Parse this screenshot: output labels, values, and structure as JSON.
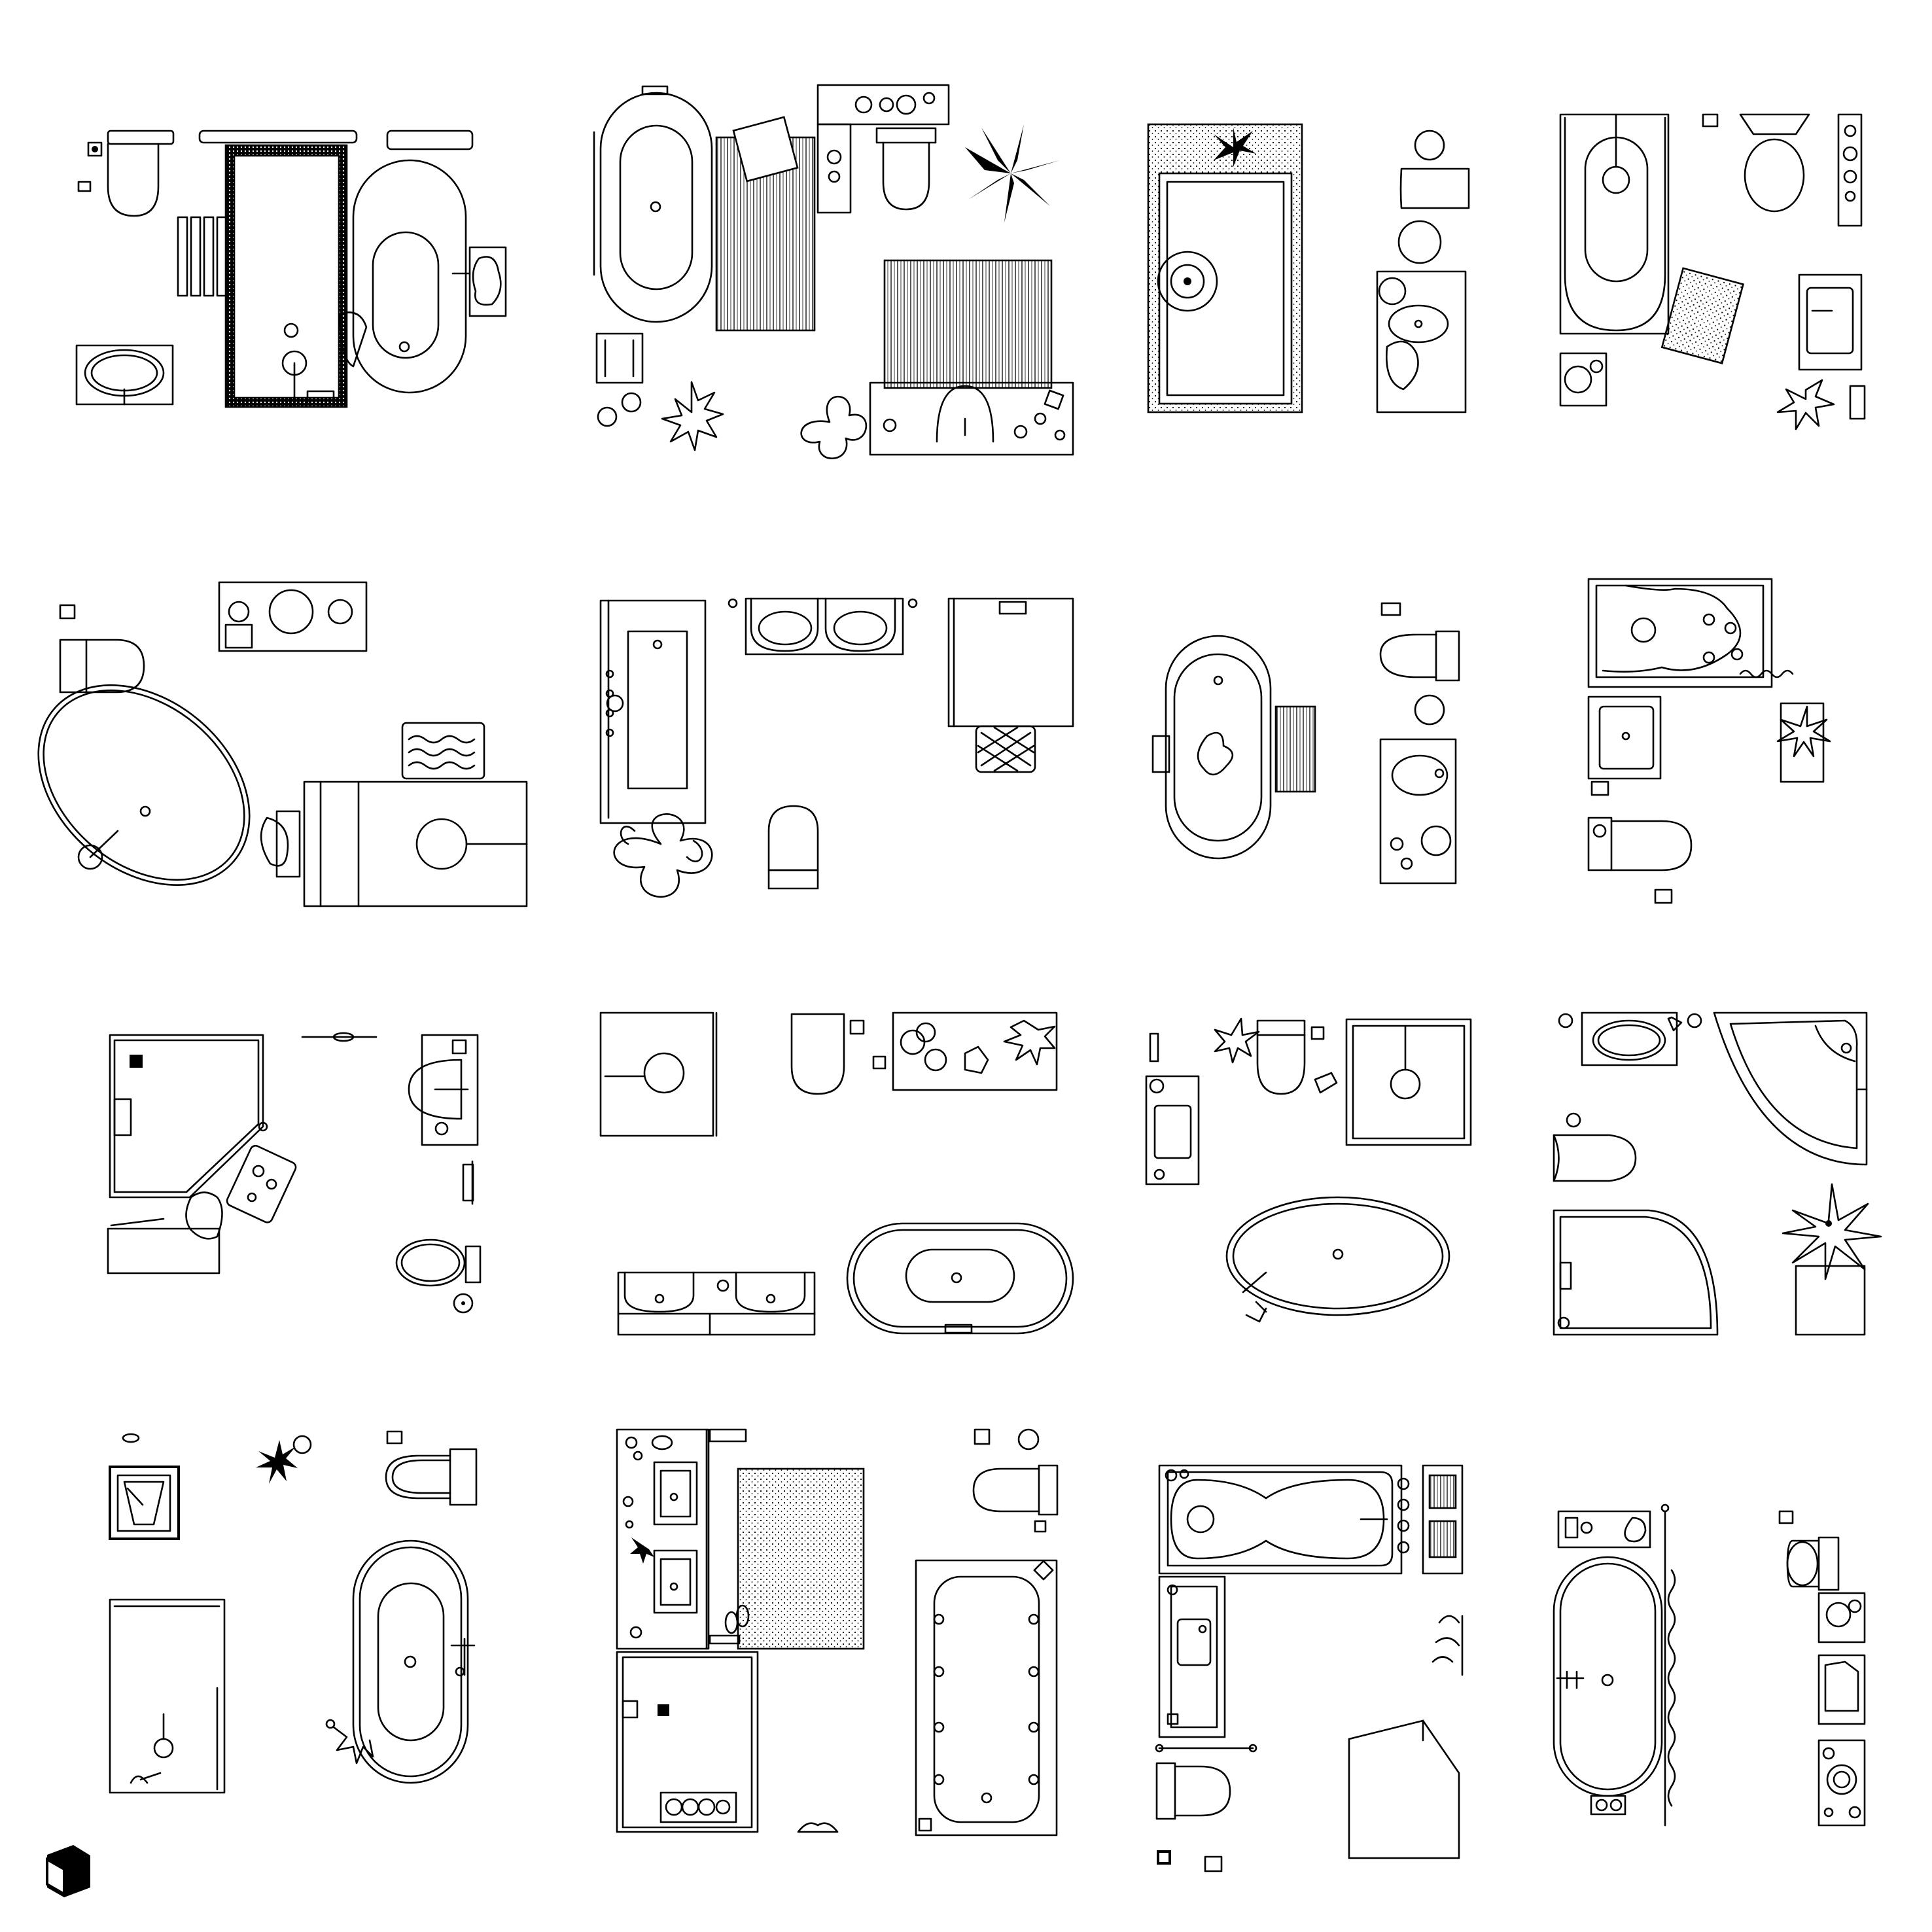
{
  "sheet": {
    "title": "",
    "background": "#ffffff",
    "line_color": "#000000"
  },
  "logo": {
    "icon": "cube-logo-icon"
  },
  "layouts": [
    {
      "row": 1,
      "col": 1,
      "items": [
        "toilet",
        "toilet-paper-holder",
        "towel-radiator",
        "walk-in-shower",
        "freestanding-bathtub",
        "soap-dish",
        "vanity-sink"
      ]
    },
    {
      "row": 1,
      "col": 2,
      "items": [
        "oval-bathtub",
        "bath-mat",
        "toilet",
        "counter",
        "palm-plant",
        "striped-rug",
        "vanity-sink",
        "plants",
        "stool"
      ]
    },
    {
      "row": 1,
      "col": 3,
      "items": [
        "shower-tray",
        "plant",
        "toilet",
        "round-sink",
        "accessories"
      ]
    },
    {
      "row": 1,
      "col": 4,
      "items": [
        "bathtub",
        "toilet",
        "rug",
        "vanity-sink",
        "shelf",
        "plant"
      ]
    },
    {
      "row": 2,
      "col": 1,
      "items": [
        "toilet-paper-holder",
        "toilet",
        "vanity-sink",
        "oval-bathtub",
        "bath-mat",
        "shower"
      ]
    },
    {
      "row": 2,
      "col": 2,
      "items": [
        "whirlpool-bathtub",
        "double-sink",
        "shower",
        "rug",
        "toilet",
        "plant"
      ]
    },
    {
      "row": 2,
      "col": 3,
      "items": [
        "oval-bathtub",
        "bath-mat",
        "toilet",
        "vanity-sink",
        "accessories"
      ]
    },
    {
      "row": 2,
      "col": 4,
      "items": [
        "jacuzzi-bathtub",
        "sink",
        "plant",
        "toilet",
        "toilet-paper-holder"
      ]
    },
    {
      "row": 3,
      "col": 1,
      "items": [
        "corner-shower",
        "towel",
        "sink",
        "towel-bar",
        "wall-toilet",
        "bench"
      ]
    },
    {
      "row": 3,
      "col": 2,
      "items": [
        "shower",
        "toilet",
        "counter",
        "double-sink",
        "freestanding-bathtub"
      ]
    },
    {
      "row": 3,
      "col": 3,
      "items": [
        "sink",
        "plant",
        "toilet",
        "shower",
        "oval-bathtub"
      ]
    },
    {
      "row": 3,
      "col": 4,
      "items": [
        "sink",
        "corner-bathtub",
        "toilet",
        "quadrant-shower",
        "plant",
        "cabinet"
      ]
    },
    {
      "row": 4,
      "col": 1,
      "items": [
        "square-sink",
        "plant",
        "toilet",
        "shower",
        "freestanding-bathtub"
      ]
    },
    {
      "row": 4,
      "col": 2,
      "items": [
        "double-vanity",
        "rug",
        "toilet",
        "shower",
        "bathtub",
        "slippers"
      ]
    },
    {
      "row": 4,
      "col": 3,
      "items": [
        "double-bathtub",
        "towel-shelf",
        "vanity-sink",
        "towel-bar",
        "toilet",
        "folding-screen"
      ]
    },
    {
      "row": 4,
      "col": 4,
      "items": [
        "freestanding-bathtub",
        "shower-curtain",
        "counter",
        "toilet",
        "cabinets"
      ]
    }
  ]
}
